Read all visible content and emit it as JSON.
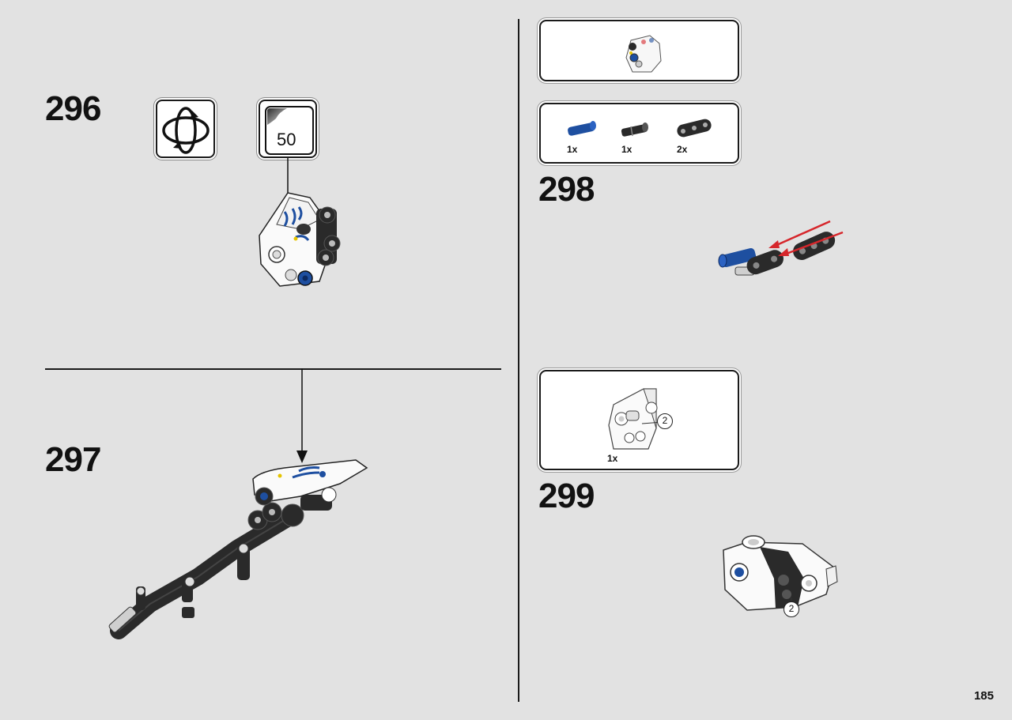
{
  "steps": {
    "s296": {
      "number": "296"
    },
    "s297": {
      "number": "297"
    },
    "s298": {
      "number": "298"
    },
    "s299": {
      "number": "299"
    }
  },
  "sticker_box": {
    "sheet_number": "50"
  },
  "parts_298": [
    {
      "qty": "1x"
    },
    {
      "qty": "1x"
    },
    {
      "qty": "2x"
    }
  ],
  "subassembly_299": {
    "qty": "1x",
    "callout_marker": "2"
  },
  "step_299_marker": "2",
  "page_number": "185",
  "colors": {
    "background": "#e2e2e2",
    "accent_blue": "#1e4fa0",
    "arrow_red": "#d6262b",
    "part_black": "#2a2a2a",
    "part_white": "#ffffff"
  }
}
